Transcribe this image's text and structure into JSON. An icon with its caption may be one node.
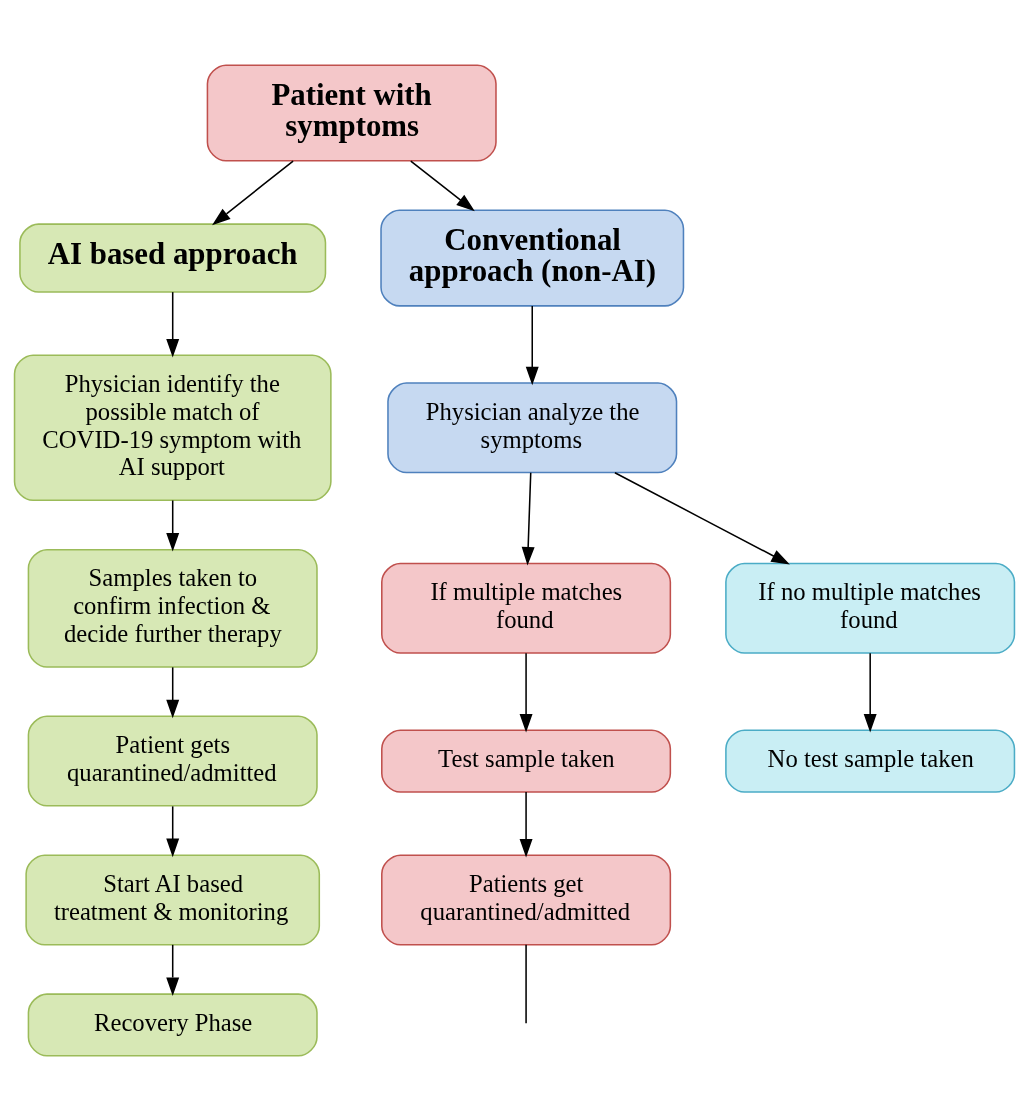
{
  "diagram": {
    "nodes": [
      {
        "text": [
          "Patient with symptoms"
        ]
      },
      {
        "text": [
          "AI based approach"
        ]
      },
      {
        "text": [
          "Conventional approach (non-AI)"
        ]
      },
      {
        "text": [
          "Physician identify the possible match of COVID-19 symptom with AI support"
        ]
      },
      {
        "text": [
          "Physician analyze the symptoms"
        ]
      },
      {
        "text": [
          "Samples taken to confirm infection & decide further therapy"
        ]
      },
      {
        "text": [
          "If multiple matches found"
        ]
      },
      {
        "text": [
          "If no multiple matches found"
        ]
      },
      {
        "text": [
          "Patient gets quarantined/admitted"
        ]
      },
      {
        "text": [
          "Test sample taken"
        ]
      },
      {
        "text": [
          "No test sample taken"
        ]
      },
      {
        "text": [
          "Start AI based treatment & monitoring"
        ]
      },
      {
        "text": [
          "Patients get quarantined/admitted"
        ]
      },
      {
        "text": [
          "Recovery Phase"
        ]
      }
    ],
    "edges": [
      {
        "from": 0,
        "to": 1,
        "arrow": "to"
      },
      {
        "from": 0,
        "to": 2,
        "arrow": "to"
      },
      {
        "from": 1,
        "to": 3,
        "arrow": "to"
      },
      {
        "from": 3,
        "to": 5,
        "arrow": "to"
      },
      {
        "from": 5,
        "to": 8,
        "arrow": "to"
      },
      {
        "from": 8,
        "to": 11,
        "arrow": "to"
      },
      {
        "from": 11,
        "to": 13,
        "arrow": "to"
      },
      {
        "from": 2,
        "to": 4,
        "arrow": "to"
      },
      {
        "from": 4,
        "to": 6,
        "arrow": "to"
      },
      {
        "from": 4,
        "to": 7,
        "arrow": "to"
      },
      {
        "from": 6,
        "to": 9,
        "arrow": "to"
      },
      {
        "from": 7,
        "to": 10,
        "arrow": "to"
      },
      {
        "from": 9,
        "to": 12,
        "arrow": "to"
      },
      {
        "from": 12,
        "to": null,
        "arrow": "none"
      }
    ]
  }
}
